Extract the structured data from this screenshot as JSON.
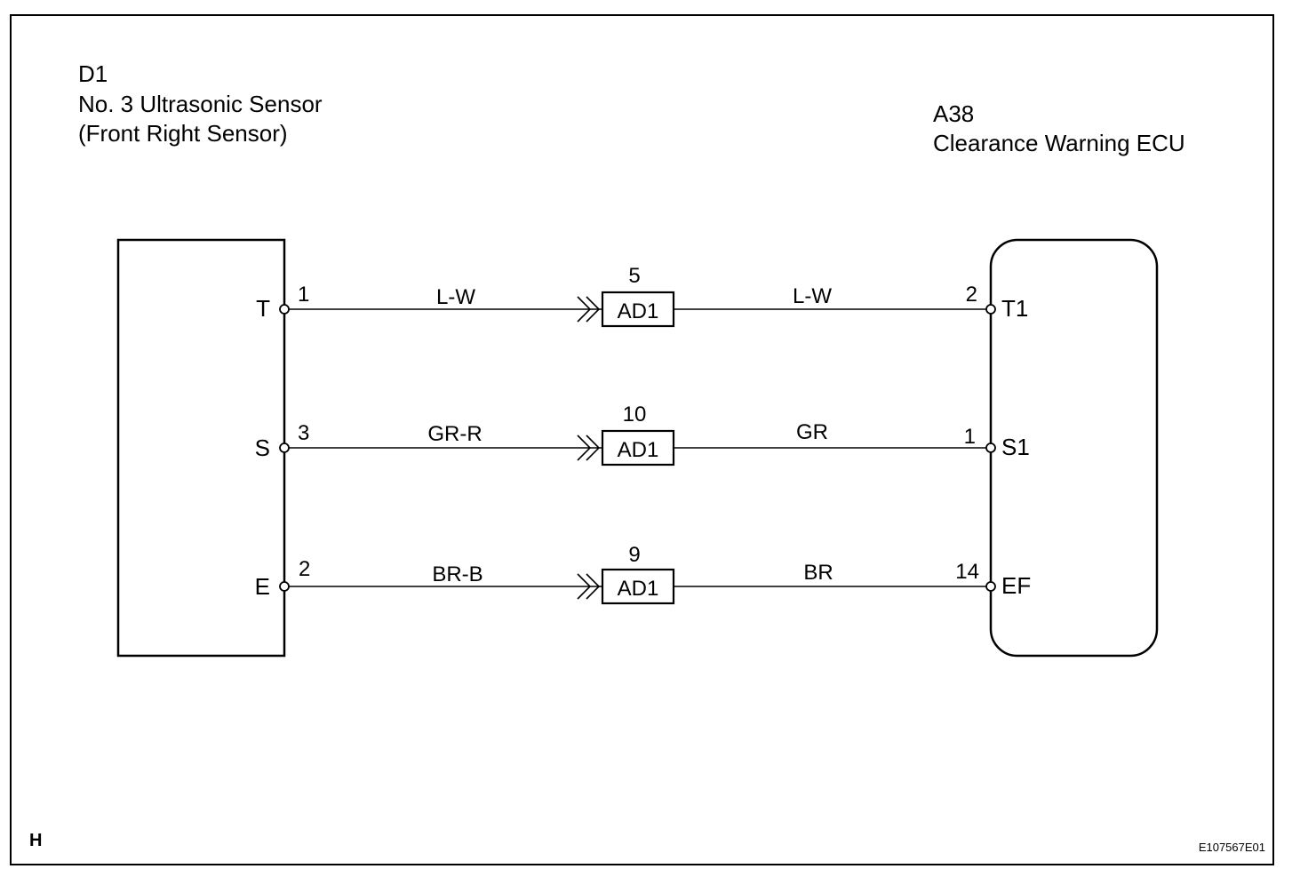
{
  "left_component": {
    "code": "D1",
    "name": "No. 3 Ultrasonic Sensor",
    "subname": "(Front Right Sensor)"
  },
  "right_component": {
    "code": "A38",
    "name": "Clearance Warning ECU"
  },
  "circuits": [
    {
      "left_terminal": "T",
      "left_pin": "1",
      "left_wire": "L-W",
      "connector_pin": "5",
      "connector": "AD1",
      "right_wire": "L-W",
      "right_pin": "2",
      "right_terminal": "T1"
    },
    {
      "left_terminal": "S",
      "left_pin": "3",
      "left_wire": "GR-R",
      "connector_pin": "10",
      "connector": "AD1",
      "right_wire": "GR",
      "right_pin": "1",
      "right_terminal": "S1"
    },
    {
      "left_terminal": "E",
      "left_pin": "2",
      "left_wire": "BR-B",
      "connector_pin": "9",
      "connector": "AD1",
      "right_wire": "BR",
      "right_pin": "14",
      "right_terminal": "EF"
    }
  ],
  "footer": {
    "corner_letter": "H",
    "figure_code": "E107567E01"
  }
}
